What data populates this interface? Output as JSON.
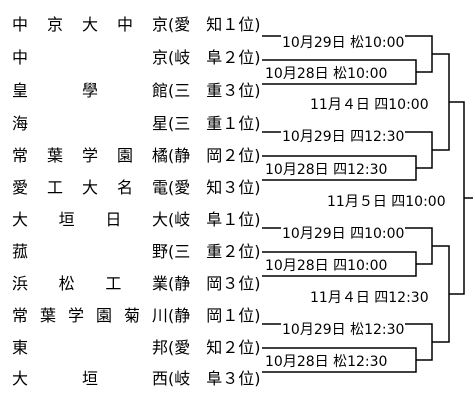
{
  "teams": [
    {
      "name": "中京大中京",
      "pref": "(愛　知１位)"
    },
    {
      "name": "中京",
      "pref": "(岐　阜２位)"
    },
    {
      "name": "皇學館",
      "pref": "(三　重３位)"
    },
    {
      "name": "海星",
      "pref": "(三　重１位)"
    },
    {
      "name": "常葉学園橘",
      "pref": "(静　岡２位)"
    },
    {
      "name": "愛工大名電",
      "pref": "(愛　知３位)"
    },
    {
      "name": "大垣日大",
      "pref": "(岐　阜１位)"
    },
    {
      "name": "菰野",
      "pref": "(三　重２位)"
    },
    {
      "name": "浜松工業",
      "pref": "(静　岡３位)"
    },
    {
      "name": "常葉学園菊川",
      "pref": "(静　岡１位)"
    },
    {
      "name": "東邦",
      "pref": "(愛　知２位)"
    },
    {
      "name": "大垣西",
      "pref": "(岐　阜３位)"
    }
  ],
  "matches": [
    {
      "id": "r1-a",
      "label": "10月28日 松10:00"
    },
    {
      "id": "r1-b",
      "label": "10月28日 四12:30"
    },
    {
      "id": "r1-c",
      "label": "10月28日 四10:00"
    },
    {
      "id": "r1-d",
      "label": "10月28日 松12:30"
    },
    {
      "id": "r2-a",
      "label": "10月29日 松10:00"
    },
    {
      "id": "r2-b",
      "label": "10月29日 四12:30"
    },
    {
      "id": "r2-c",
      "label": "10月29日 四10:00"
    },
    {
      "id": "r2-d",
      "label": "10月29日 松12:30"
    },
    {
      "id": "r3-a",
      "label": "11月４日 四10:00"
    },
    {
      "id": "r3-b",
      "label": "11月４日 四12:30"
    },
    {
      "id": "final",
      "label": "11月５日 四10:00"
    }
  ]
}
